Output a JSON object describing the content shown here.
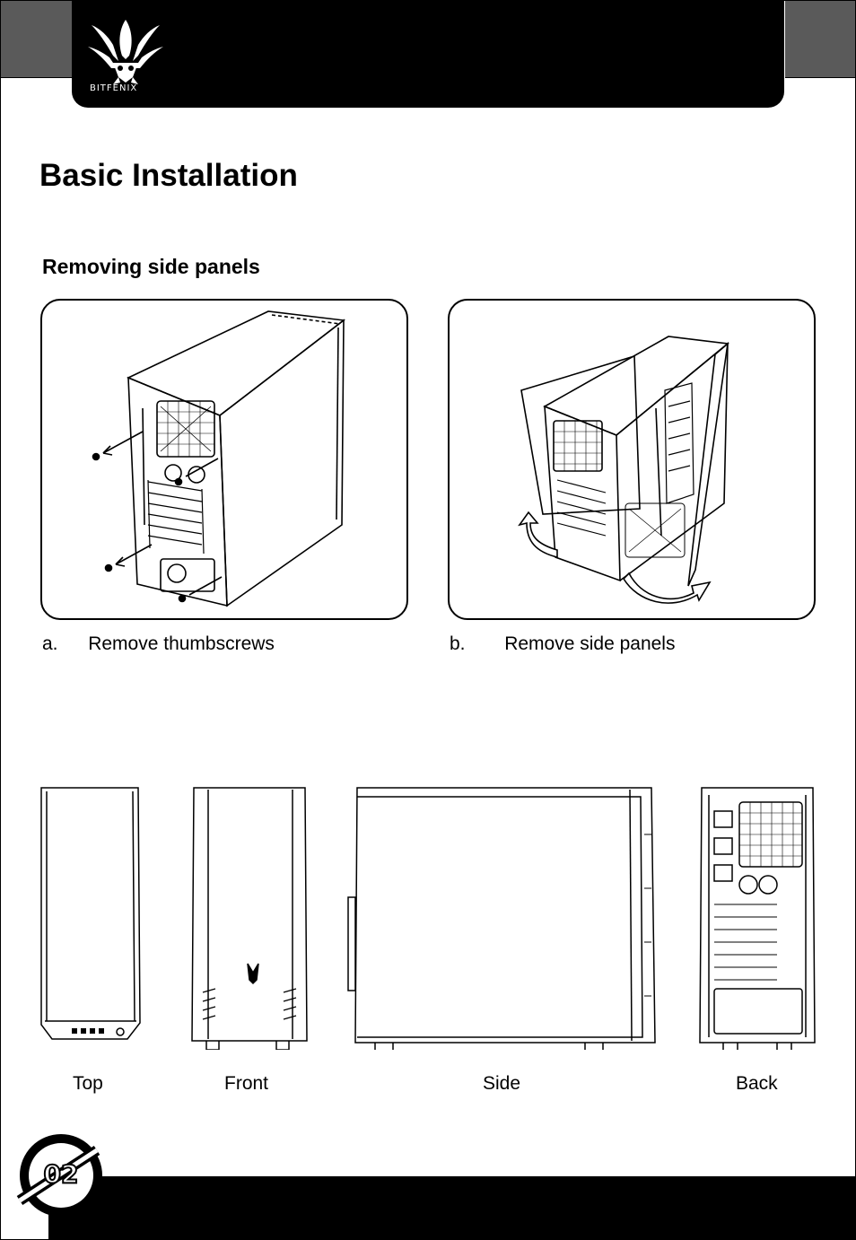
{
  "header": {
    "brand": "BITFENIX"
  },
  "page": {
    "title": "Basic Installation",
    "section": "Removing side panels",
    "page_number": "02"
  },
  "steps": [
    {
      "letter": "a.",
      "text": "Remove thumbscrews"
    },
    {
      "letter": "b.",
      "text": "Remove side panels"
    }
  ],
  "views": [
    {
      "label": "Top"
    },
    {
      "label": "Front"
    },
    {
      "label": "Side"
    },
    {
      "label": "Back"
    }
  ]
}
